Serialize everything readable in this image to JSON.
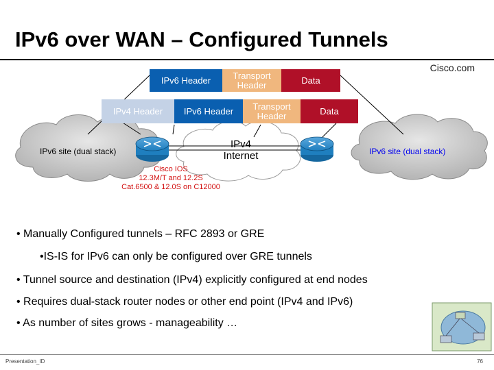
{
  "slide": {
    "title": "IPv6 over WAN – Configured Tunnels",
    "brand": "Cisco.com",
    "footer_left": "Presentation_ID",
    "page_number": "76"
  },
  "packet_top": {
    "ipv6_header": "IPv6 Header",
    "transport_header": "Transport Header",
    "data": "Data"
  },
  "packet_bottom": {
    "ipv4_header": "IPv4 Header",
    "ipv6_header": "IPv6 Header",
    "transport_header": "Transport Header",
    "data": "Data"
  },
  "network": {
    "left_site": "IPv6 site (dual stack)",
    "right_site": "IPv6 site (dual stack)",
    "internet": "IPv4 Internet",
    "ios_line1": "Cisco IOS",
    "ios_line2": "12.3M/T and 12.2S",
    "ios_line3": "Cat.6500 & 12.0S on C12000"
  },
  "bullets": [
    "• Manually Configured tunnels – RFC 2893 or GRE",
    "•IS-IS for IPv6 can only be configured over GRE tunnels",
    "• Tunnel source and destination (IPv4) explicitly configured at end nodes",
    "• Requires dual-stack router nodes or other end point (IPv4 and IPv6)",
    "• As number of sites grows - manageability …"
  ],
  "colors": {
    "ipv6_blue": "#0a5fb0",
    "transport_orange": "#f0b77e",
    "data_red": "#b01028",
    "ipv4_lightblue": "#c4d2e6",
    "router_blue": "#1f7fbf"
  }
}
